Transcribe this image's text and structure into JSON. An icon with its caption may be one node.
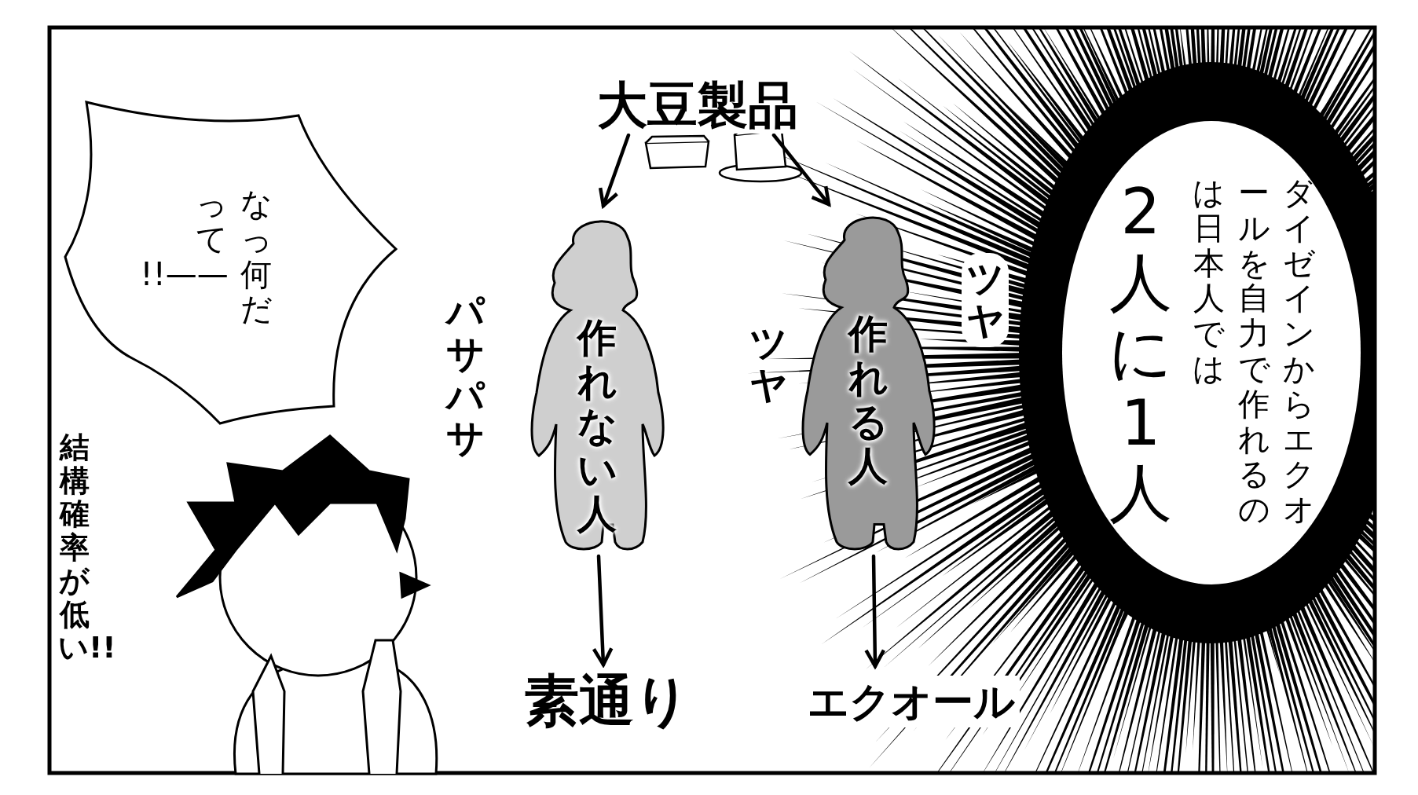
{
  "diagram": {
    "nodes": [
      {
        "text": [
          "大豆製品"
        ]
      },
      {
        "text": [
          "作れない人"
        ],
        "beside": [
          "パサパサ"
        ]
      },
      {
        "text": [
          "作れる人"
        ],
        "beside": [
          "ツヤ",
          "ツヤ"
        ]
      },
      {
        "text": [
          "素通り"
        ]
      },
      {
        "text": [
          "エクオール"
        ]
      },
      {
        "text": [
          "なっ何だって——!!"
        ]
      },
      {
        "text": [
          "2人に1人",
          "ダイゼインからエクオールを自力で作れるのは日本人では"
        ]
      }
    ],
    "edges": [
      {
        "from": 0,
        "to": 1,
        "arrow": "to"
      },
      {
        "from": 0,
        "to": 2,
        "arrow": "to"
      },
      {
        "from": 1,
        "to": 3,
        "arrow": "to"
      },
      {
        "from": 2,
        "to": 4,
        "arrow": "to"
      }
    ],
    "labels": [
      "結構確率が低い!!"
    ]
  }
}
